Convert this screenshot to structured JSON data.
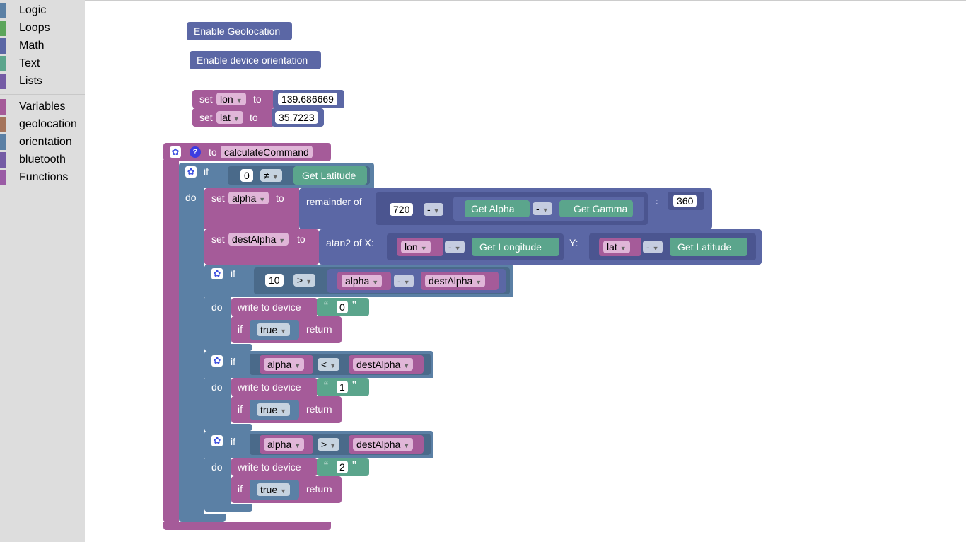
{
  "toolbox": {
    "categories": [
      {
        "label": "Logic",
        "color": "#5b80a5"
      },
      {
        "label": "Loops",
        "color": "#5ba55b"
      },
      {
        "label": "Math",
        "color": "#5b67a5"
      },
      {
        "label": "Text",
        "color": "#5ba58c"
      },
      {
        "label": "Lists",
        "color": "#745ba5"
      },
      {
        "label": "Variables",
        "color": "#a55b99"
      },
      {
        "label": "geolocation",
        "color": "#a5745b"
      },
      {
        "label": "orientation",
        "color": "#5b80a5"
      },
      {
        "label": "bluetooth",
        "color": "#745ba5"
      },
      {
        "label": "Functions",
        "color": "#9a5ba5"
      }
    ]
  },
  "blocks": {
    "enable_geo": "Enable Geolocation",
    "enable_orient": "Enable device orientation",
    "set": "set",
    "to": "to",
    "lon": "lon",
    "lat": "lat",
    "lon_value": "139.686669",
    "lat_value": "35.7223",
    "fn_name": "calculateCommand",
    "if": "if",
    "do": "do",
    "zero": "0",
    "neq": "≠",
    "get_latitude": "Get Latitude",
    "alpha": "alpha",
    "remainder_of": "remainder of",
    "n720": "720",
    "minus": "-",
    "get_alpha": "Get Alpha",
    "get_gamma": "Get Gamma",
    "div": "÷",
    "n360": "360",
    "destAlpha": "destAlpha",
    "atan2_x": "atan2 of X:",
    "get_longitude": "Get Longitude",
    "y": "Y:",
    "n10": "10",
    "gt": ">",
    "lt": "<",
    "write_to_device": "write to device",
    "q_open": "“",
    "q_close": "”",
    "s0": "0",
    "s1": "1",
    "s2": "2",
    "true": "true",
    "return": "return",
    "help": "?"
  }
}
